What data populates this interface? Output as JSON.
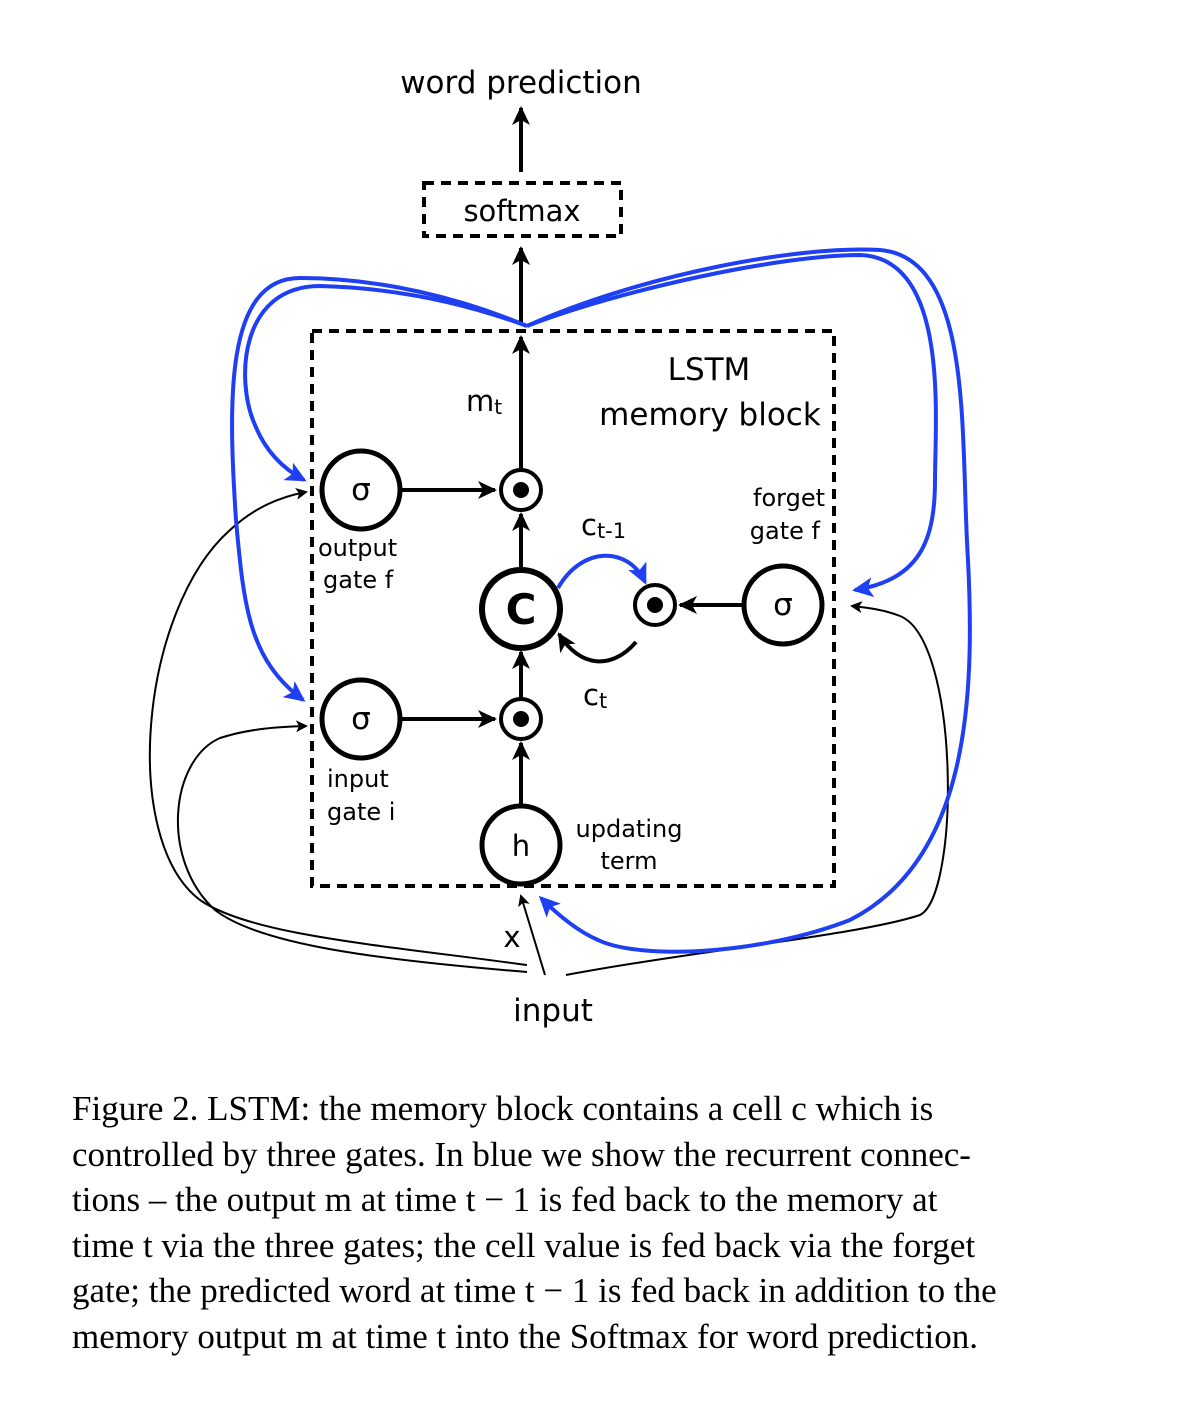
{
  "diagram": {
    "word_prediction": "word prediction",
    "softmax": "softmax",
    "block_title_1": "LSTM",
    "block_title_2": "memory block",
    "m_label": "m",
    "m_sub": "t",
    "sigma": "σ",
    "cell": "C",
    "h": "h",
    "output_gate_1": "output",
    "output_gate_2": "gate f",
    "input_gate_1": "input",
    "input_gate_2": "gate i",
    "forget_gate_1": "forget",
    "forget_gate_2": "gate f",
    "c_prev": "c",
    "c_prev_sub": "t-1",
    "c_t": "c",
    "c_t_sub": "t",
    "updating_1": "updating",
    "updating_2": "term",
    "x_label": "x",
    "input_label": "input",
    "colors": {
      "recurrent": "#1f3ff2",
      "line": "#000000"
    }
  },
  "caption": {
    "lines": [
      "Figure 2.   LSTM: the memory block contains a cell c which is",
      "controlled by three gates. In blue we show the recurrent connec-",
      "tions – the output m at time t − 1 is fed back to the memory at",
      "time t via the three gates; the cell value is fed back via the forget",
      "gate; the predicted word at time t − 1 is fed back in addition to the",
      "memory output m at time t into the Softmax for word prediction."
    ]
  }
}
